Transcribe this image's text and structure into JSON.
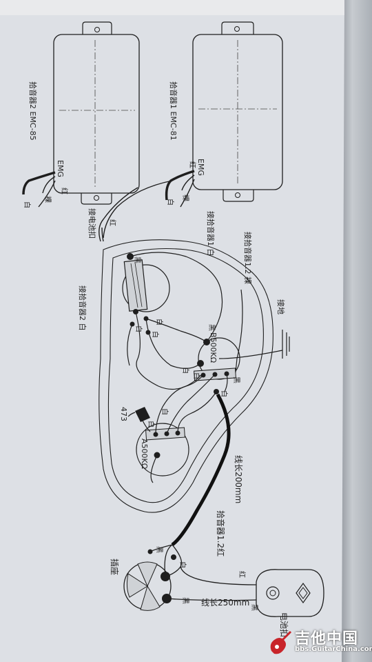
{
  "pickups": {
    "pickup2": {
      "label": "拾音器2 EMC-85",
      "brand": "EMG"
    },
    "pickup1": {
      "label": "拾音器1 EMC-81",
      "brand": "EMG"
    }
  },
  "wires": {
    "red": "红",
    "bare": "裸",
    "white": "白",
    "black": "黑"
  },
  "labels": {
    "to_battery": "接电池扣",
    "to_pickup1_white": "接拾音器1 白",
    "to_pickup12_bare": "接拾音器1.2 裸",
    "to_pickup2_white": "接拾音器2 白",
    "ground": "接地",
    "pot_b500": "B500KΩ",
    "pot_a500": "A500KΩ",
    "cap": "473",
    "wire_200": "线长200mm",
    "to_pickup12_red": "拾音器1.2红",
    "jack": "插座",
    "wire_250": "线长250mm",
    "battery": "电池扣"
  },
  "watermark": {
    "title": "吉他中国",
    "url": "bbs.GuitarChina.com"
  },
  "colors": {
    "line": "#1e1e1e",
    "paper": "#dfe2e6"
  }
}
